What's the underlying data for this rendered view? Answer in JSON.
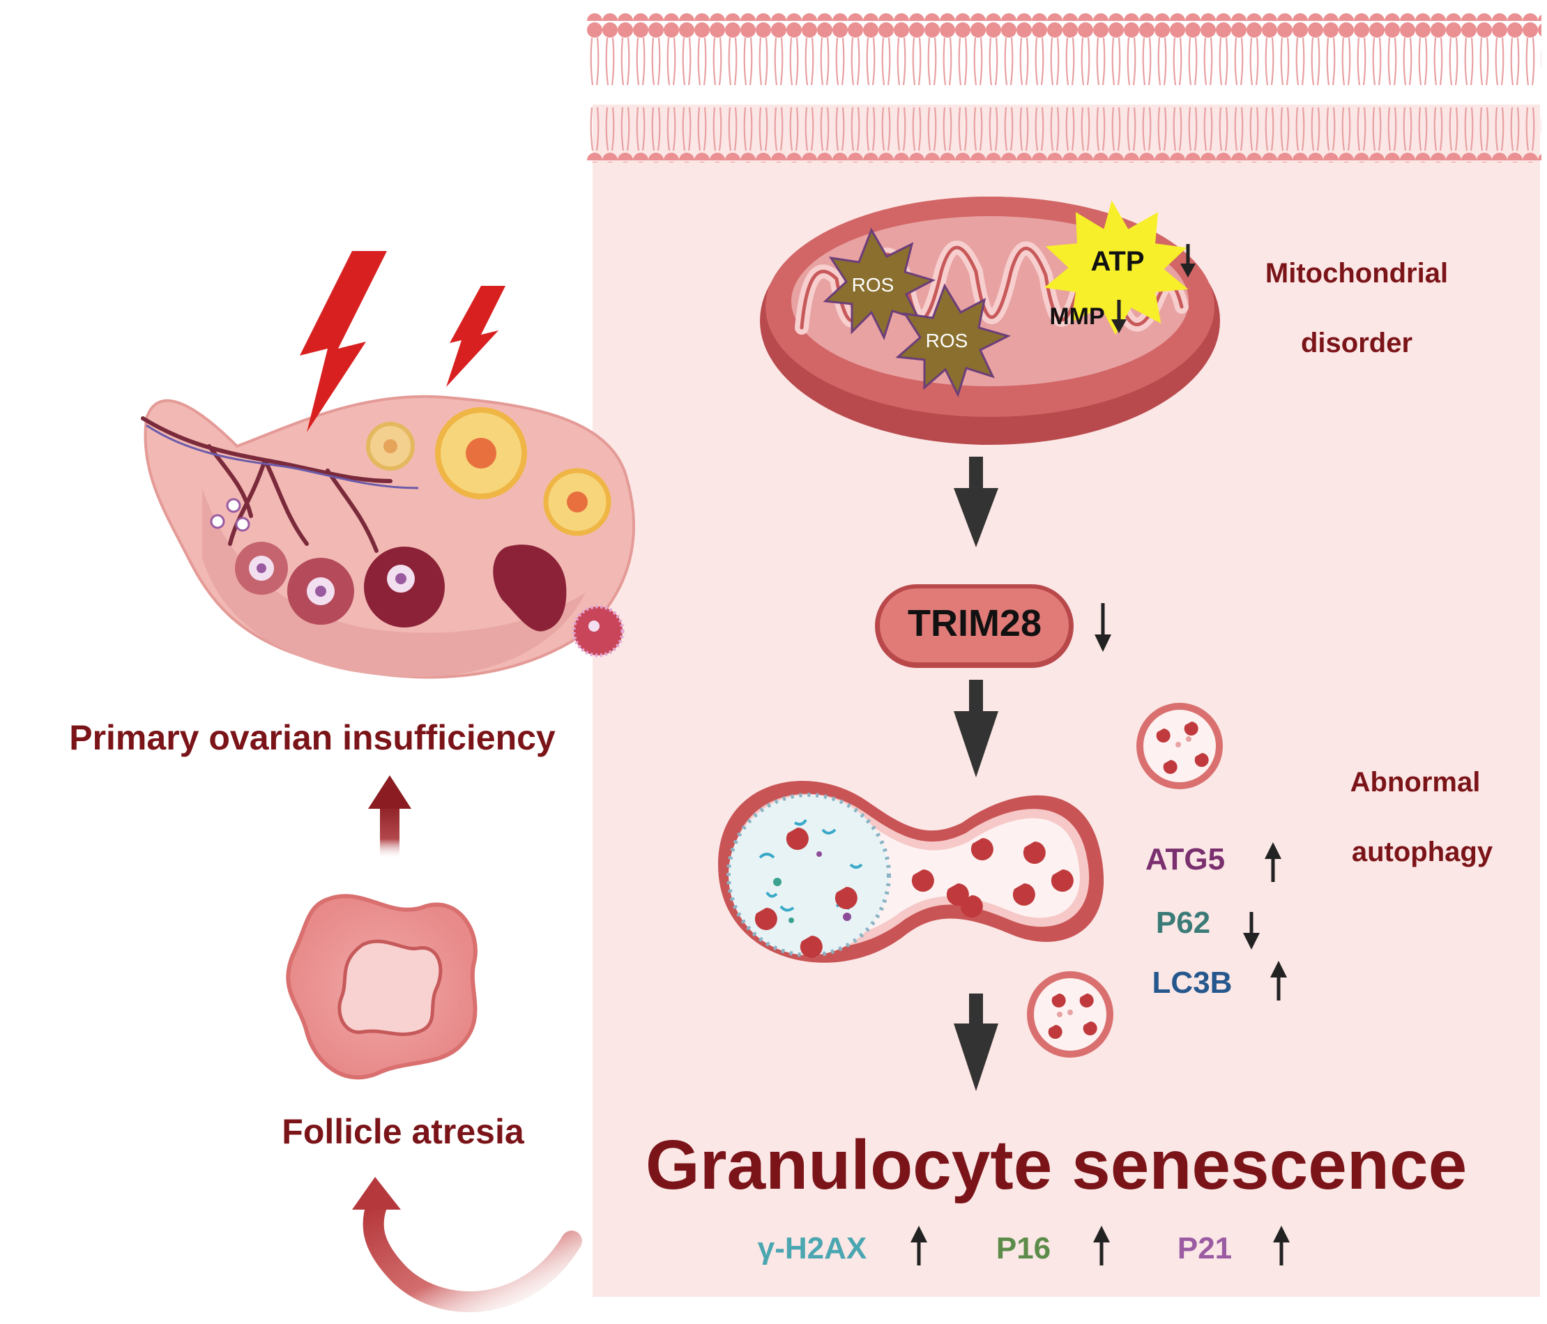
{
  "labels": {
    "mito_title_line1": "Mitochondrial",
    "mito_title_line2": "disorder",
    "ros_1": "ROS",
    "ros_2": "ROS",
    "atp": "ATP",
    "mmp": "MMP",
    "trim28": "TRIM28",
    "autophagy_line1": "Abnormal",
    "autophagy_line2": "autophagy",
    "atg5": "ATG5",
    "p62": "P62",
    "lc3b": "LC3B",
    "senescence": "Granulocyte senescence",
    "gamma_h2ax": "γ-H2AX",
    "p16": "P16",
    "p21": "P21",
    "poi": "Primary ovarian insufficiency",
    "follicle_atresia": "Follicle atresia"
  },
  "indicators": {
    "atp": "down",
    "mmp": "down",
    "trim28": "down",
    "atg5": "up",
    "p62": "down",
    "lc3b": "up",
    "gamma_h2ax": "up",
    "p16": "up",
    "p21": "up"
  },
  "colors": {
    "dark_red_text": "#7b1418",
    "cell_panel": "#fbe7e6",
    "membrane": "#e99a9c",
    "mito_fill": "#cf5f5f",
    "ros_fill": "#8a6f2f",
    "atp_burst": "#f7ef2a",
    "trim28_fill": "#e07b78",
    "atg5_text": "#7a2f6e",
    "p62_text": "#3b7b77",
    "lc3b_text": "#25578d",
    "gamma_h2ax_text": "#4aa6b0",
    "p16_text": "#5c8c4a",
    "p21_text": "#9a5ba2",
    "lightning": "#d92020"
  }
}
